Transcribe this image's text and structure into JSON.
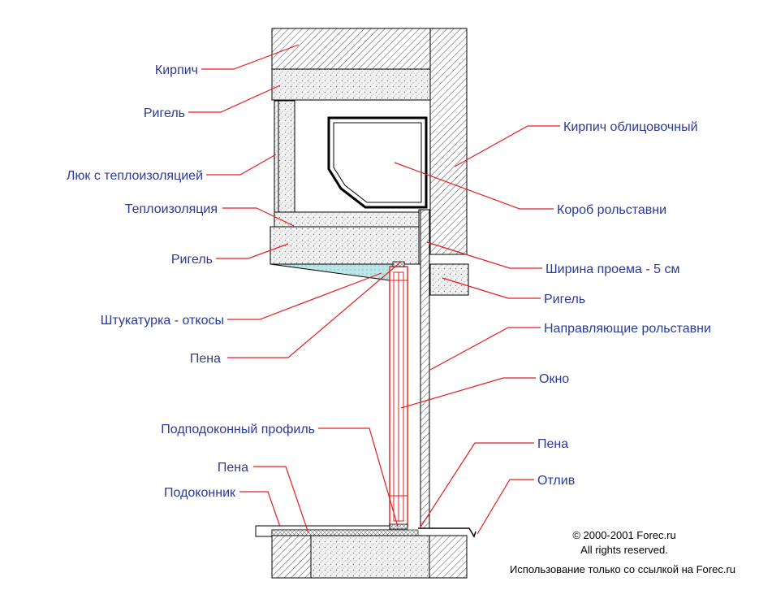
{
  "colors": {
    "label_text": "#2b3a9a",
    "leader_line": "#e81e1e",
    "outline": "#000000",
    "hatch": "#555555",
    "plaster_fill": "#bde6e6",
    "window_frame": "#e81e1e",
    "background": "#ffffff"
  },
  "labels": {
    "brick": "Кирпич",
    "rigel_top": "Ригель",
    "hatch_insulated": "Люк с теплоизоляцией",
    "insulation": "Теплоизоляция",
    "rigel_mid": "Ригель",
    "plaster": "Штукатурка - откосы",
    "foam_left": "Пена",
    "sill_profile": "Подподоконный профиль",
    "foam_bottom": "Пена",
    "windowsill": "Подоконник",
    "facing_brick": "Кирпич облицовочный",
    "shutter_box": "Короб рольставни",
    "opening_width": "Ширина проема - 5 см",
    "rigel_right": "Ригель",
    "shutter_guides": "Направляющие рольставни",
    "window": "Окно",
    "foam_right": "Пена",
    "drip_sill": "Отлив"
  },
  "copyright": {
    "line1": "© 2000-2001 Forec.ru",
    "line2": "All rights reserved.",
    "line3": "Использование только со ссылкой на Forec.ru"
  }
}
